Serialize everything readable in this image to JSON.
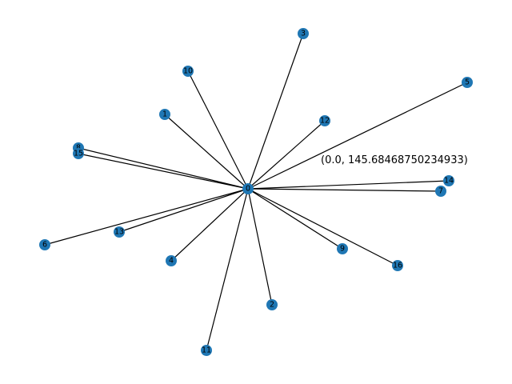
{
  "graph": {
    "node_color": "#1f77b4",
    "edge_color": "#000000",
    "center_node": "0",
    "nodes": [
      "0",
      "1",
      "2",
      "3",
      "4",
      "5",
      "6",
      "7",
      "8",
      "9",
      "10",
      "11",
      "12",
      "13",
      "14",
      "15",
      "16"
    ],
    "edges": [
      [
        "0",
        "1"
      ],
      [
        "0",
        "2"
      ],
      [
        "0",
        "3"
      ],
      [
        "0",
        "4"
      ],
      [
        "0",
        "5"
      ],
      [
        "0",
        "6"
      ],
      [
        "0",
        "7"
      ],
      [
        "0",
        "8"
      ],
      [
        "0",
        "9"
      ],
      [
        "0",
        "10"
      ],
      [
        "0",
        "11"
      ],
      [
        "0",
        "12"
      ],
      [
        "0",
        "13"
      ],
      [
        "0",
        "14"
      ],
      [
        "0",
        "15"
      ],
      [
        "0",
        "16"
      ]
    ]
  },
  "annotation": {
    "text": "(0.0, 145.68468750234933)"
  }
}
